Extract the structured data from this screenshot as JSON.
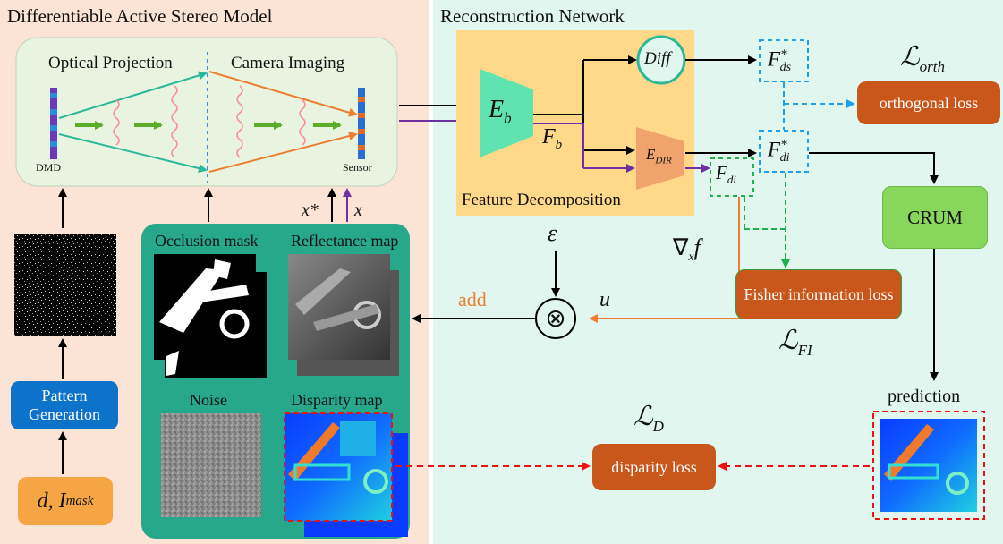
{
  "left_panel": {
    "title": "Differentiable Active Stereo Model",
    "model_box": {
      "optical_projection": "Optical Projection",
      "camera_imaging": "Camera Imaging",
      "dmd_label": "DMD",
      "sensor_label": "Sensor"
    },
    "pattern_generation": "Pattern Generation",
    "inputs": {
      "main": "d, I",
      "subscript": "mask"
    },
    "x_star": "x*",
    "x": "x",
    "scene_box": {
      "occlusion_mask": "Occlusion mask",
      "reflectance_map": "Reflectance map",
      "noise": "Noise",
      "disparity_map": "Disparity map"
    }
  },
  "right_panel": {
    "title": "Reconstruction Network",
    "feature_decomposition": "Feature Decomposition",
    "encoder_b": {
      "main": "E",
      "subscript": "b"
    },
    "f_b": {
      "main": "F",
      "subscript": "b"
    },
    "e_dir": {
      "main": "E",
      "subscript": "DIR"
    },
    "diff": "Diff",
    "f_ds_star": {
      "main": "F",
      "sup": "*",
      "sub": "ds"
    },
    "f_di_star": {
      "main": "F",
      "sup": "*",
      "sub": "di"
    },
    "f_di": {
      "main": "F",
      "sub": "di"
    },
    "orth_symbol": {
      "main": "ℒ",
      "sub": "orth"
    },
    "orthogonal_loss": "orthogonal loss",
    "crum": "CRUM",
    "fisher_loss": "Fisher information loss",
    "fi_symbol": {
      "main": "ℒ",
      "sub": "FI"
    },
    "grad_symbol": {
      "main": "∇",
      "sub": "x",
      "tail": "f"
    },
    "epsilon": "ε",
    "u": "u",
    "add": "add",
    "otimes": "⊗",
    "prediction": "prediction",
    "d_symbol": {
      "main": "ℒ",
      "sub": "D"
    },
    "disparity_loss": "disparity loss"
  },
  "colors": {
    "left_bg": "#fbe3d6",
    "right_bg": "#e1f6ee",
    "model_box": "#e8f4df",
    "scene_box": "#27a88b",
    "pattern_box": "#0d72c9",
    "input_box": "#f5a544",
    "feature_box": "#ffd88a",
    "encoder": "#5fe3b0",
    "e_dir": "#f1a36e",
    "loss_box": "#c9561a",
    "crum": "#88d65b",
    "arrow_black": "#000000",
    "arrow_purple": "#7030a0",
    "arrow_orange": "#ed7d31",
    "arrow_blue": "#1fa0ee",
    "arrow_green": "#1fb050",
    "arrow_red": "#ee1111"
  }
}
